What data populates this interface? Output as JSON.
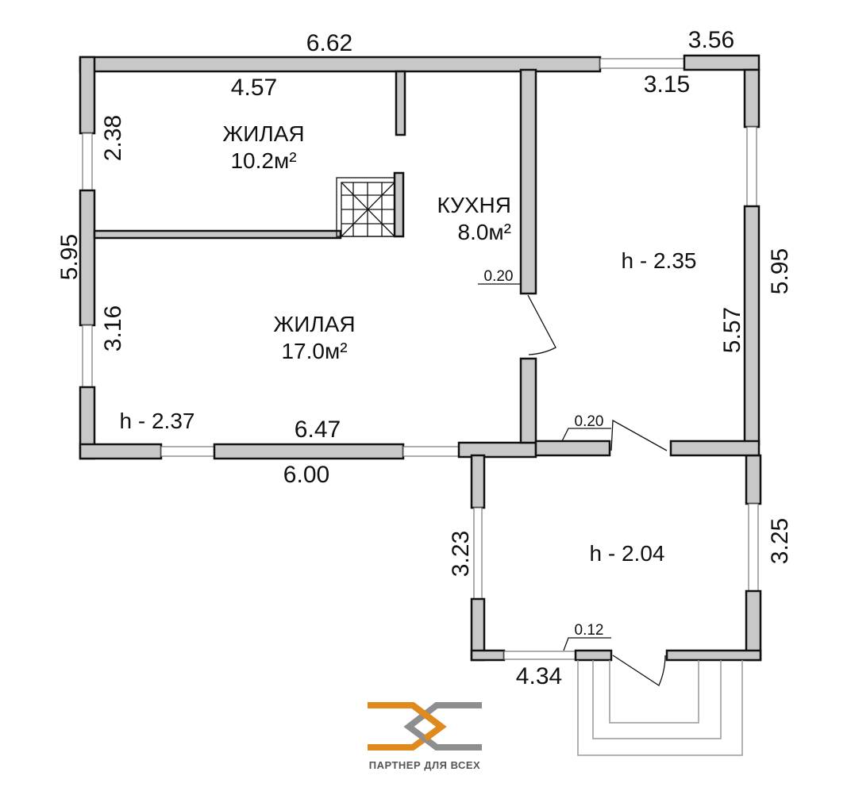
{
  "rooms": [
    {
      "name": "ЖИЛАЯ",
      "area": "10.2м²"
    },
    {
      "name": "КУХНЯ",
      "area": "8.0м²"
    },
    {
      "name": "ЖИЛАЯ",
      "area": "17.0м²"
    }
  ],
  "heights": [
    "h - 2.35",
    "h - 2.37",
    "h - 2.04"
  ],
  "dimensions": {
    "top_total": "6.62",
    "top_room": "4.57",
    "top_right_outer": "3.56",
    "top_right_inner": "3.15",
    "left_total": "5.95",
    "left_upper": "2.38",
    "left_lower": "3.16",
    "right_total": "5.95",
    "right_inner": "5.57",
    "bottom_inner": "6.47",
    "bottom_outer": "6.00",
    "wall_kitchen": "0.20",
    "wall_middle": "0.20",
    "wall_porch": "0.12",
    "lower_left": "3.23",
    "lower_right": "3.25",
    "lower_bottom": "4.34"
  },
  "logo": {
    "text": "ПАРТНЕР ДЛЯ ВСЕХ",
    "orange": "#e08a1e",
    "gray": "#8e8e8e"
  }
}
